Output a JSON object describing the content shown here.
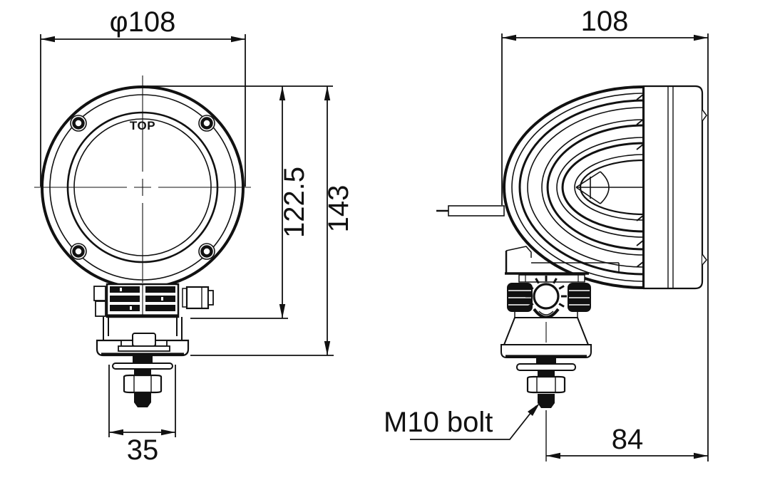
{
  "style": {
    "background": "#ffffff",
    "line_color": "#111111"
  },
  "front_view": {
    "marking": "TOP",
    "dim_diameter": "φ108",
    "dim_lens_height": "122.5",
    "dim_total_height": "143",
    "dim_bracket_width": "35"
  },
  "side_view": {
    "dim_depth": "108",
    "dim_bolt_offset": "84",
    "callout_bolt": "M10 bolt"
  }
}
